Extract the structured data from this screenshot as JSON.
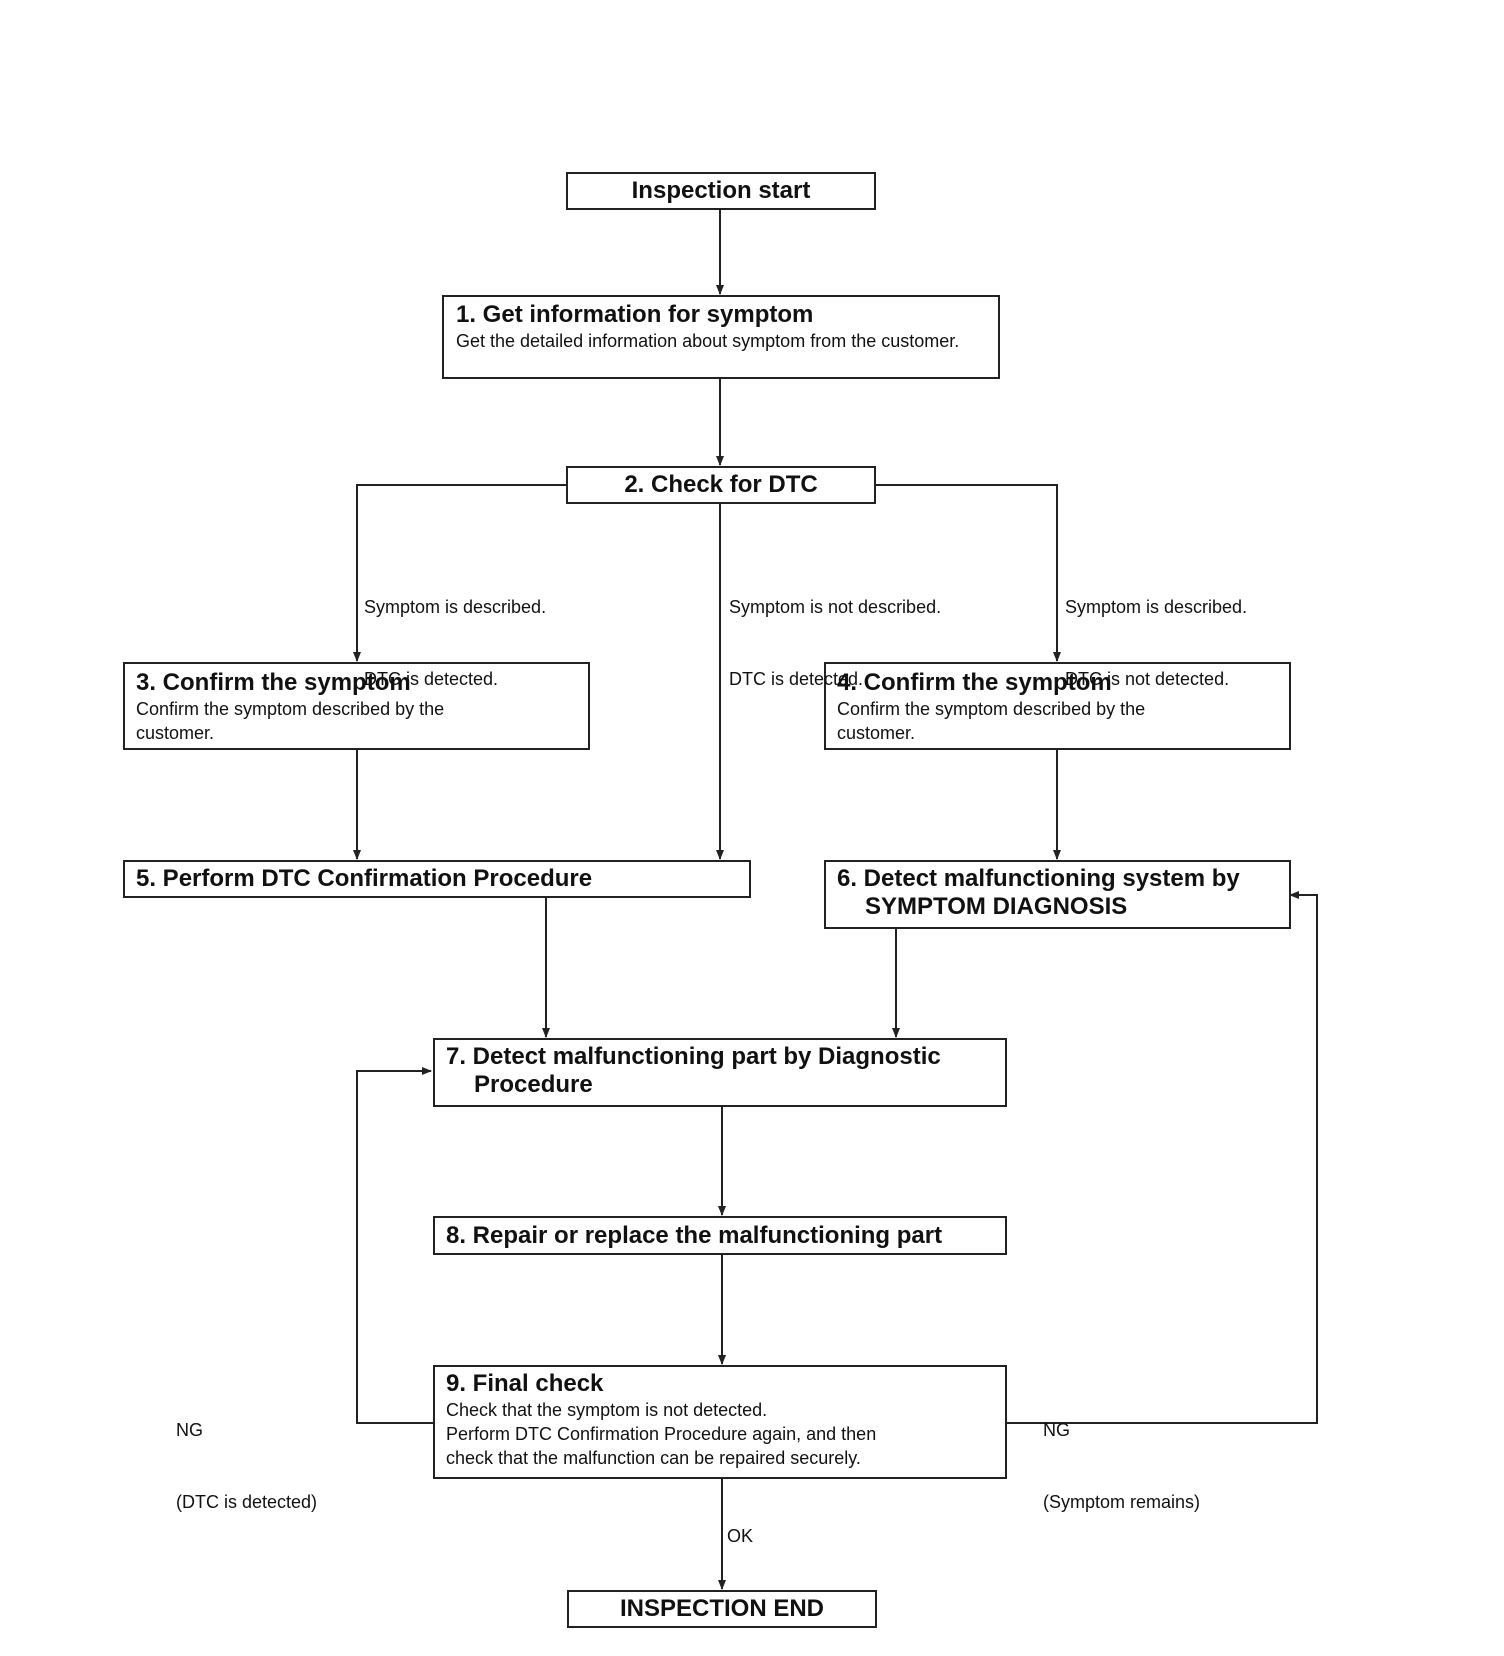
{
  "nodes": {
    "start": {
      "title": "Inspection start"
    },
    "n1": {
      "title": "1. Get information for symptom",
      "desc": "Get the detailed information about symptom from the customer."
    },
    "n2": {
      "title": "2. Check for DTC"
    },
    "n3": {
      "title": "3. Confirm the symptom",
      "desc": "Confirm the symptom described by the customer."
    },
    "n4": {
      "title": "4. Confirm the symptom",
      "desc": "Confirm the symptom described by the customer."
    },
    "n5": {
      "title": "5. Perform DTC Confirmation Procedure"
    },
    "n6": {
      "title_line1": "6. Detect malfunctioning system by",
      "title_line2": "SYMPTOM DIAGNOSIS"
    },
    "n7": {
      "title_line1": "7. Detect malfunctioning part by Diagnostic",
      "title_line2": "Procedure"
    },
    "n8": {
      "title": "8. Repair or replace the malfunctioning part"
    },
    "n9": {
      "title": "9. Final check",
      "desc_line1": "Check that the symptom is not detected.",
      "desc_line2": "Perform DTC Confirmation Procedure again, and then",
      "desc_line3": "check that the malfunction can be repaired securely."
    },
    "end": {
      "title": "INSPECTION END"
    }
  },
  "edge_labels": {
    "left_branch": {
      "line1": "Symptom is described.",
      "line2": "DTC is detected."
    },
    "middle_branch": {
      "line1": "Symptom is not described.",
      "line2": "DTC is detected."
    },
    "right_branch": {
      "line1": "Symptom is described.",
      "line2": "DTC is not detected."
    },
    "ng_left": {
      "line1": "NG",
      "line2": "(DTC is detected)"
    },
    "ng_right": {
      "line1": "NG",
      "line2": "(Symptom remains)"
    },
    "ok": "OK"
  }
}
